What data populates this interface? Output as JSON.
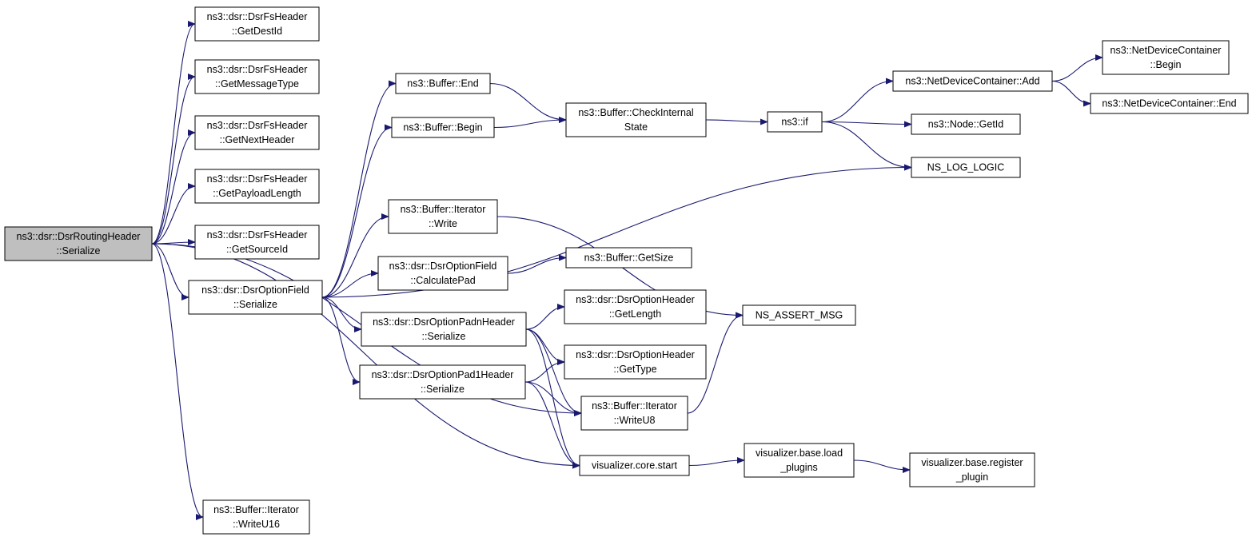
{
  "nodes": [
    {
      "id": "root",
      "lines": [
        "ns3::dsr::DsrRoutingHeader",
        "::Serialize"
      ],
      "highlight": true
    },
    {
      "id": "getdestid",
      "lines": [
        "ns3::dsr::DsrFsHeader",
        "::GetDestId"
      ]
    },
    {
      "id": "getmessagetype",
      "lines": [
        "ns3::dsr::DsrFsHeader",
        "::GetMessageType"
      ]
    },
    {
      "id": "getnextheader",
      "lines": [
        "ns3::dsr::DsrFsHeader",
        "::GetNextHeader"
      ]
    },
    {
      "id": "getpayloadlength",
      "lines": [
        "ns3::dsr::DsrFsHeader",
        "::GetPayloadLength"
      ]
    },
    {
      "id": "getsourceid",
      "lines": [
        "ns3::dsr::DsrFsHeader",
        "::GetSourceId"
      ]
    },
    {
      "id": "optserialize",
      "lines": [
        "ns3::dsr::DsrOptionField",
        "::Serialize"
      ]
    },
    {
      "id": "writeu16",
      "lines": [
        "ns3::Buffer::Iterator",
        "::WriteU16"
      ]
    },
    {
      "id": "bufend",
      "lines": [
        "ns3::Buffer::End"
      ]
    },
    {
      "id": "bufbegin",
      "lines": [
        "ns3::Buffer::Begin"
      ]
    },
    {
      "id": "itwrite",
      "lines": [
        "ns3::Buffer::Iterator",
        "::Write"
      ]
    },
    {
      "id": "calcpad",
      "lines": [
        "ns3::dsr::DsrOptionField",
        "::CalculatePad"
      ]
    },
    {
      "id": "padnser",
      "lines": [
        "ns3::dsr::DsrOptionPadnHeader",
        "::Serialize"
      ]
    },
    {
      "id": "pad1ser",
      "lines": [
        "ns3::dsr::DsrOptionPad1Header",
        "::Serialize"
      ]
    },
    {
      "id": "checkint",
      "lines": [
        "ns3::Buffer::CheckInternal",
        "State"
      ]
    },
    {
      "id": "getsize",
      "lines": [
        "ns3::Buffer::GetSize"
      ]
    },
    {
      "id": "getlength",
      "lines": [
        "ns3::dsr::DsrOptionHeader",
        "::GetLength"
      ]
    },
    {
      "id": "gettype",
      "lines": [
        "ns3::dsr::DsrOptionHeader",
        "::GetType"
      ]
    },
    {
      "id": "writeu8",
      "lines": [
        "ns3::Buffer::Iterator",
        "::WriteU8"
      ]
    },
    {
      "id": "vcstart",
      "lines": [
        "visualizer.core.start"
      ]
    },
    {
      "id": "nsif",
      "lines": [
        "ns3::if"
      ]
    },
    {
      "id": "nslog",
      "lines": [
        "NS_LOG_LOGIC"
      ]
    },
    {
      "id": "nsassert",
      "lines": [
        "NS_ASSERT_MSG"
      ]
    },
    {
      "id": "loadplugins",
      "lines": [
        "visualizer.base.load",
        "_plugins"
      ]
    },
    {
      "id": "ndcadd",
      "lines": [
        "ns3::NetDeviceContainer::Add"
      ]
    },
    {
      "id": "nodegetid",
      "lines": [
        "ns3::Node::GetId"
      ]
    },
    {
      "id": "ndcbegin",
      "lines": [
        "ns3::NetDeviceContainer",
        "::Begin"
      ]
    },
    {
      "id": "ndcend",
      "lines": [
        "ns3::NetDeviceContainer::End"
      ]
    },
    {
      "id": "regplugin",
      "lines": [
        "visualizer.base.register",
        "_plugin"
      ]
    }
  ],
  "edges": [
    [
      "root",
      "getdestid"
    ],
    [
      "root",
      "getmessagetype"
    ],
    [
      "root",
      "getnextheader"
    ],
    [
      "root",
      "getpayloadlength"
    ],
    [
      "root",
      "getsourceid"
    ],
    [
      "root",
      "optserialize"
    ],
    [
      "root",
      "writeu8"
    ],
    [
      "root",
      "vcstart"
    ],
    [
      "root",
      "writeu16"
    ],
    [
      "optserialize",
      "bufend"
    ],
    [
      "optserialize",
      "bufbegin"
    ],
    [
      "optserialize",
      "nslog"
    ],
    [
      "optserialize",
      "itwrite"
    ],
    [
      "optserialize",
      "calcpad"
    ],
    [
      "optserialize",
      "padnser"
    ],
    [
      "optserialize",
      "pad1ser"
    ],
    [
      "bufend",
      "checkint"
    ],
    [
      "bufbegin",
      "checkint"
    ],
    [
      "checkint",
      "nsif"
    ],
    [
      "nsif",
      "ndcadd"
    ],
    [
      "nsif",
      "nodegetid"
    ],
    [
      "nsif",
      "nslog"
    ],
    [
      "ndcadd",
      "ndcbegin"
    ],
    [
      "ndcadd",
      "ndcend"
    ],
    [
      "itwrite",
      "nsassert"
    ],
    [
      "calcpad",
      "getsize"
    ],
    [
      "padnser",
      "getlength"
    ],
    [
      "padnser",
      "gettype"
    ],
    [
      "padnser",
      "writeu8"
    ],
    [
      "padnser",
      "vcstart"
    ],
    [
      "pad1ser",
      "gettype"
    ],
    [
      "pad1ser",
      "writeu8"
    ],
    [
      "pad1ser",
      "vcstart"
    ],
    [
      "writeu8",
      "nsassert"
    ],
    [
      "vcstart",
      "loadplugins"
    ],
    [
      "loadplugins",
      "regplugin"
    ]
  ],
  "colors": {
    "edge": "#191970",
    "node_fill": "#ffffff",
    "highlight_fill": "#bfbfbf",
    "border": "#000000"
  }
}
